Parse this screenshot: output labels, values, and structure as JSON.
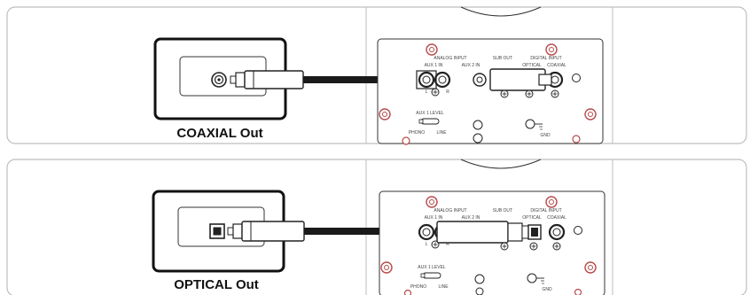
{
  "panels": [
    {
      "id": "coaxial",
      "source_label": "COAXIAL Out",
      "rear": {
        "analog_input": "ANALOG INPUT",
        "aux1_in": "AUX 1 IN",
        "aux2_in": "AUX 2 IN",
        "left": "L",
        "right": "R",
        "sub_out": "SUB OUT",
        "digital_input": "DIGITAL INPUT",
        "optical": "OPTICAL",
        "coaxial": "COAXIAL",
        "aux1_level": "AUX 1 LEVEL",
        "phono": "PHONO",
        "line": "LINE",
        "gnd": "GND"
      }
    },
    {
      "id": "optical",
      "source_label": "OPTICAL Out",
      "rear": {
        "analog_input": "ANALOG INPUT",
        "aux1_in": "AUX 1 IN",
        "aux2_in": "AUX 2 IN",
        "left": "L",
        "right": "R",
        "sub_out": "SUB OUT",
        "digital_input": "DIGITAL INPUT",
        "optical": "OPTICAL",
        "coaxial": "COAXIAL",
        "aux1_level": "AUX 1 LEVEL",
        "phono": "PHONO",
        "line": "LINE",
        "gnd": "GND"
      }
    }
  ],
  "colors": {
    "panel_border": "#bdbdbd",
    "cable": "#1a1a1a",
    "outline": "#333333",
    "screw_red": "#b74a4a"
  }
}
